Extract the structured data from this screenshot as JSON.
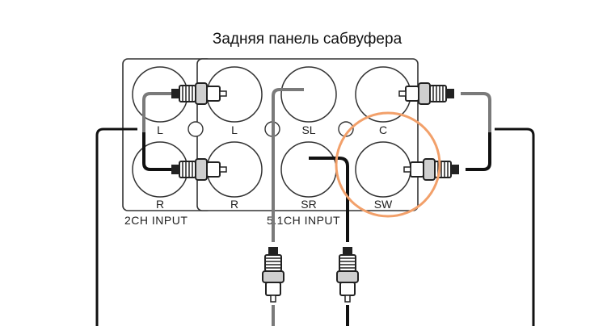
{
  "title": "Задняя панель сабвуфера",
  "panel": {
    "group_2ch_label": "2CH INPUT",
    "group_51ch_label": "5.1CH INPUT",
    "jacks": {
      "l_2ch": "L",
      "r_2ch": "R",
      "l_51": "L",
      "r_51": "R",
      "sl": "SL",
      "sr": "SR",
      "c": "C",
      "sw": "SW"
    }
  },
  "colors": {
    "highlight": "#f2a06a",
    "cable_grey": "#7a7a7a",
    "cable_black": "#111111",
    "panel_stroke": "#333333"
  }
}
